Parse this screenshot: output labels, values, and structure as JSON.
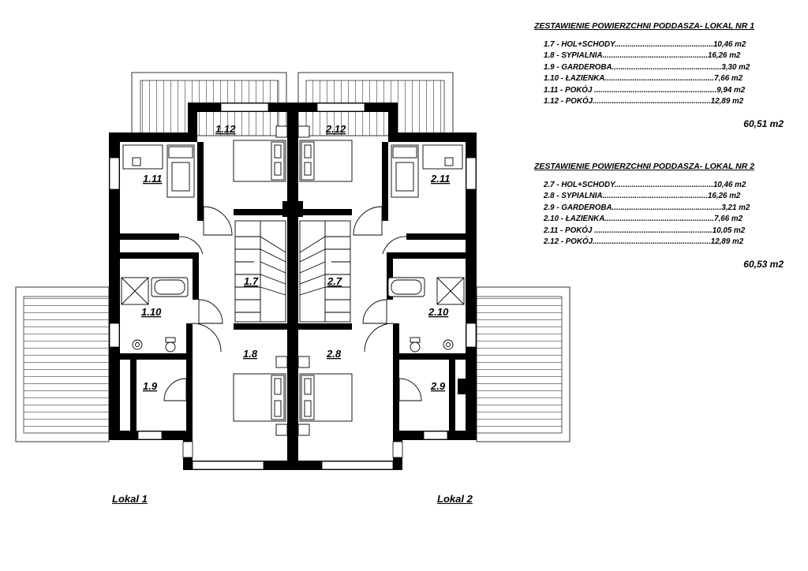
{
  "tables": [
    {
      "title": "ZESTAWIENIE POWIERZCHNI PODDASZA- LOKAL NR 1",
      "rows": [
        "1.7 - HOL+SCHODY..............................................10,46 m2",
        "1.8 - SYPIALNIA.................................................16,26 m2",
        "1.9 - GARDEROBA...................................................3,30 m2",
        "1.10 - ŁAZIENKA...................................................7,66 m2",
        "1.11 - POKÓJ .........................................................9,94 m2",
        "1.12 - POKÓJ.......................................................12,89 m2"
      ],
      "total": "60,51 m2"
    },
    {
      "title": "ZESTAWIENIE POWIERZCHNI PODDASZA- LOKAL NR 2",
      "rows": [
        "2.7 - HOL+SCHODY..............................................10,46 m2",
        "2.8 - SYPIALNIA.................................................16,26 m2",
        "2.9 - GARDEROBA...................................................3,21 m2",
        "2.10 - ŁAZIENKA...................................................7,66 m2",
        "2.11 - POKÓJ .......................................................10,05 m2",
        "2.12 - POKÓJ.......................................................12,89 m2"
      ],
      "total": "60,53 m2"
    }
  ],
  "rooms": {
    "r1_12": "1.12",
    "r2_12": "2.12",
    "r1_11": "1.11",
    "r2_11": "2.11",
    "r1_7": "1.7",
    "r2_7": "2.7",
    "r1_10": "1.10",
    "r2_10": "2.10",
    "r1_8": "1.8",
    "r2_8": "2.8",
    "r1_9": "1.9",
    "r2_9": "2.9"
  },
  "units": {
    "lokal1": "Lokal 1",
    "lokal2": "Lokal 2"
  }
}
